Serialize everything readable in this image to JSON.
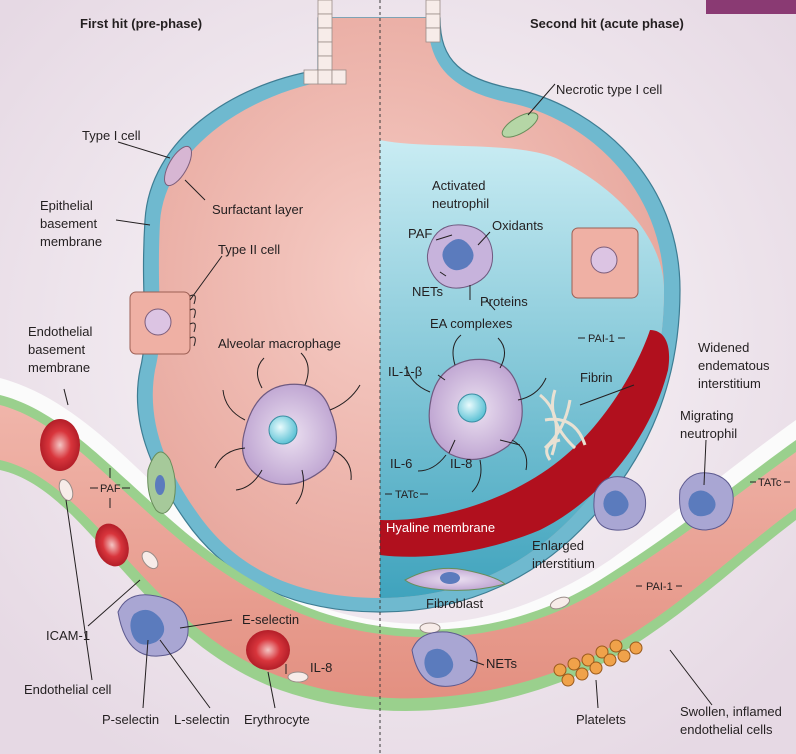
{
  "headings": {
    "left": "First hit (pre-phase)",
    "right": "Second hit (acute phase)"
  },
  "labels": {
    "type_i_cell": "Type I cell",
    "surfactant_layer": "Surfactant layer",
    "epithelial_bm_1": "Epithelial",
    "epithelial_bm_2": "basement",
    "epithelial_bm_3": "membrane",
    "type_ii_cell": "Type II cell",
    "endothelial_bm_1": "Endothelial",
    "endothelial_bm_2": "basement",
    "endothelial_bm_3": "membrane",
    "alveolar_macrophage": "Alveolar macrophage",
    "paf_left": "PAF",
    "icam1": "ICAM-1",
    "endothelial_cell": "Endothelial cell",
    "p_selectin": "P-selectin",
    "l_selectin": "L-selectin",
    "erythrocyte": "Erythrocyte",
    "e_selectin": "E-selectin",
    "il8_vessel": "IL-8",
    "necrotic_type_i": "Necrotic type I cell",
    "activated_neutrophil_1": "Activated",
    "activated_neutrophil_2": "neutrophil",
    "oxidants": "Oxidants",
    "paf_right": "PAF",
    "nets_alveolus": "NETs",
    "proteins": "Proteins",
    "ea_complexes": "EA complexes",
    "pai1_alveolus": "PAI-1",
    "il1b": "IL-1-β",
    "fibrin": "Fibrin",
    "il6": "IL-6",
    "il8_alveolus": "IL-8",
    "tatc_alveolus": "TATc",
    "hyaline_membrane": "Hyaline membrane",
    "widened_1": "Widened",
    "widened_2": "endematous",
    "widened_3": "interstitium",
    "migrating_1": "Migrating",
    "migrating_2": "neutrophil",
    "tatc_vessel": "TATc",
    "enlarged_1": "Enlarged",
    "enlarged_2": "interstitium",
    "fibroblast": "Fibroblast",
    "pai1_vessel": "PAI-1",
    "nets_vessel": "NETs",
    "platelets": "Platelets",
    "swollen_1": "Swollen, inflamed",
    "swollen_2": "endothelial cells"
  },
  "colors": {
    "alveolus_fill": "#efb6ae",
    "fluid_fill": "#7ec8d8",
    "epithelium": "#8fcde0",
    "vessel_wall": "#e8a59b",
    "vessel_lumen": "#f3cfc6",
    "erythrocyte": "#c8262f",
    "neutrophil": "#a9a6d3",
    "nucleus": "#5b7bbd",
    "hyaline": "#b1101e",
    "macrophage": "#cdb7df",
    "fibroblast": "#a6c99a"
  }
}
